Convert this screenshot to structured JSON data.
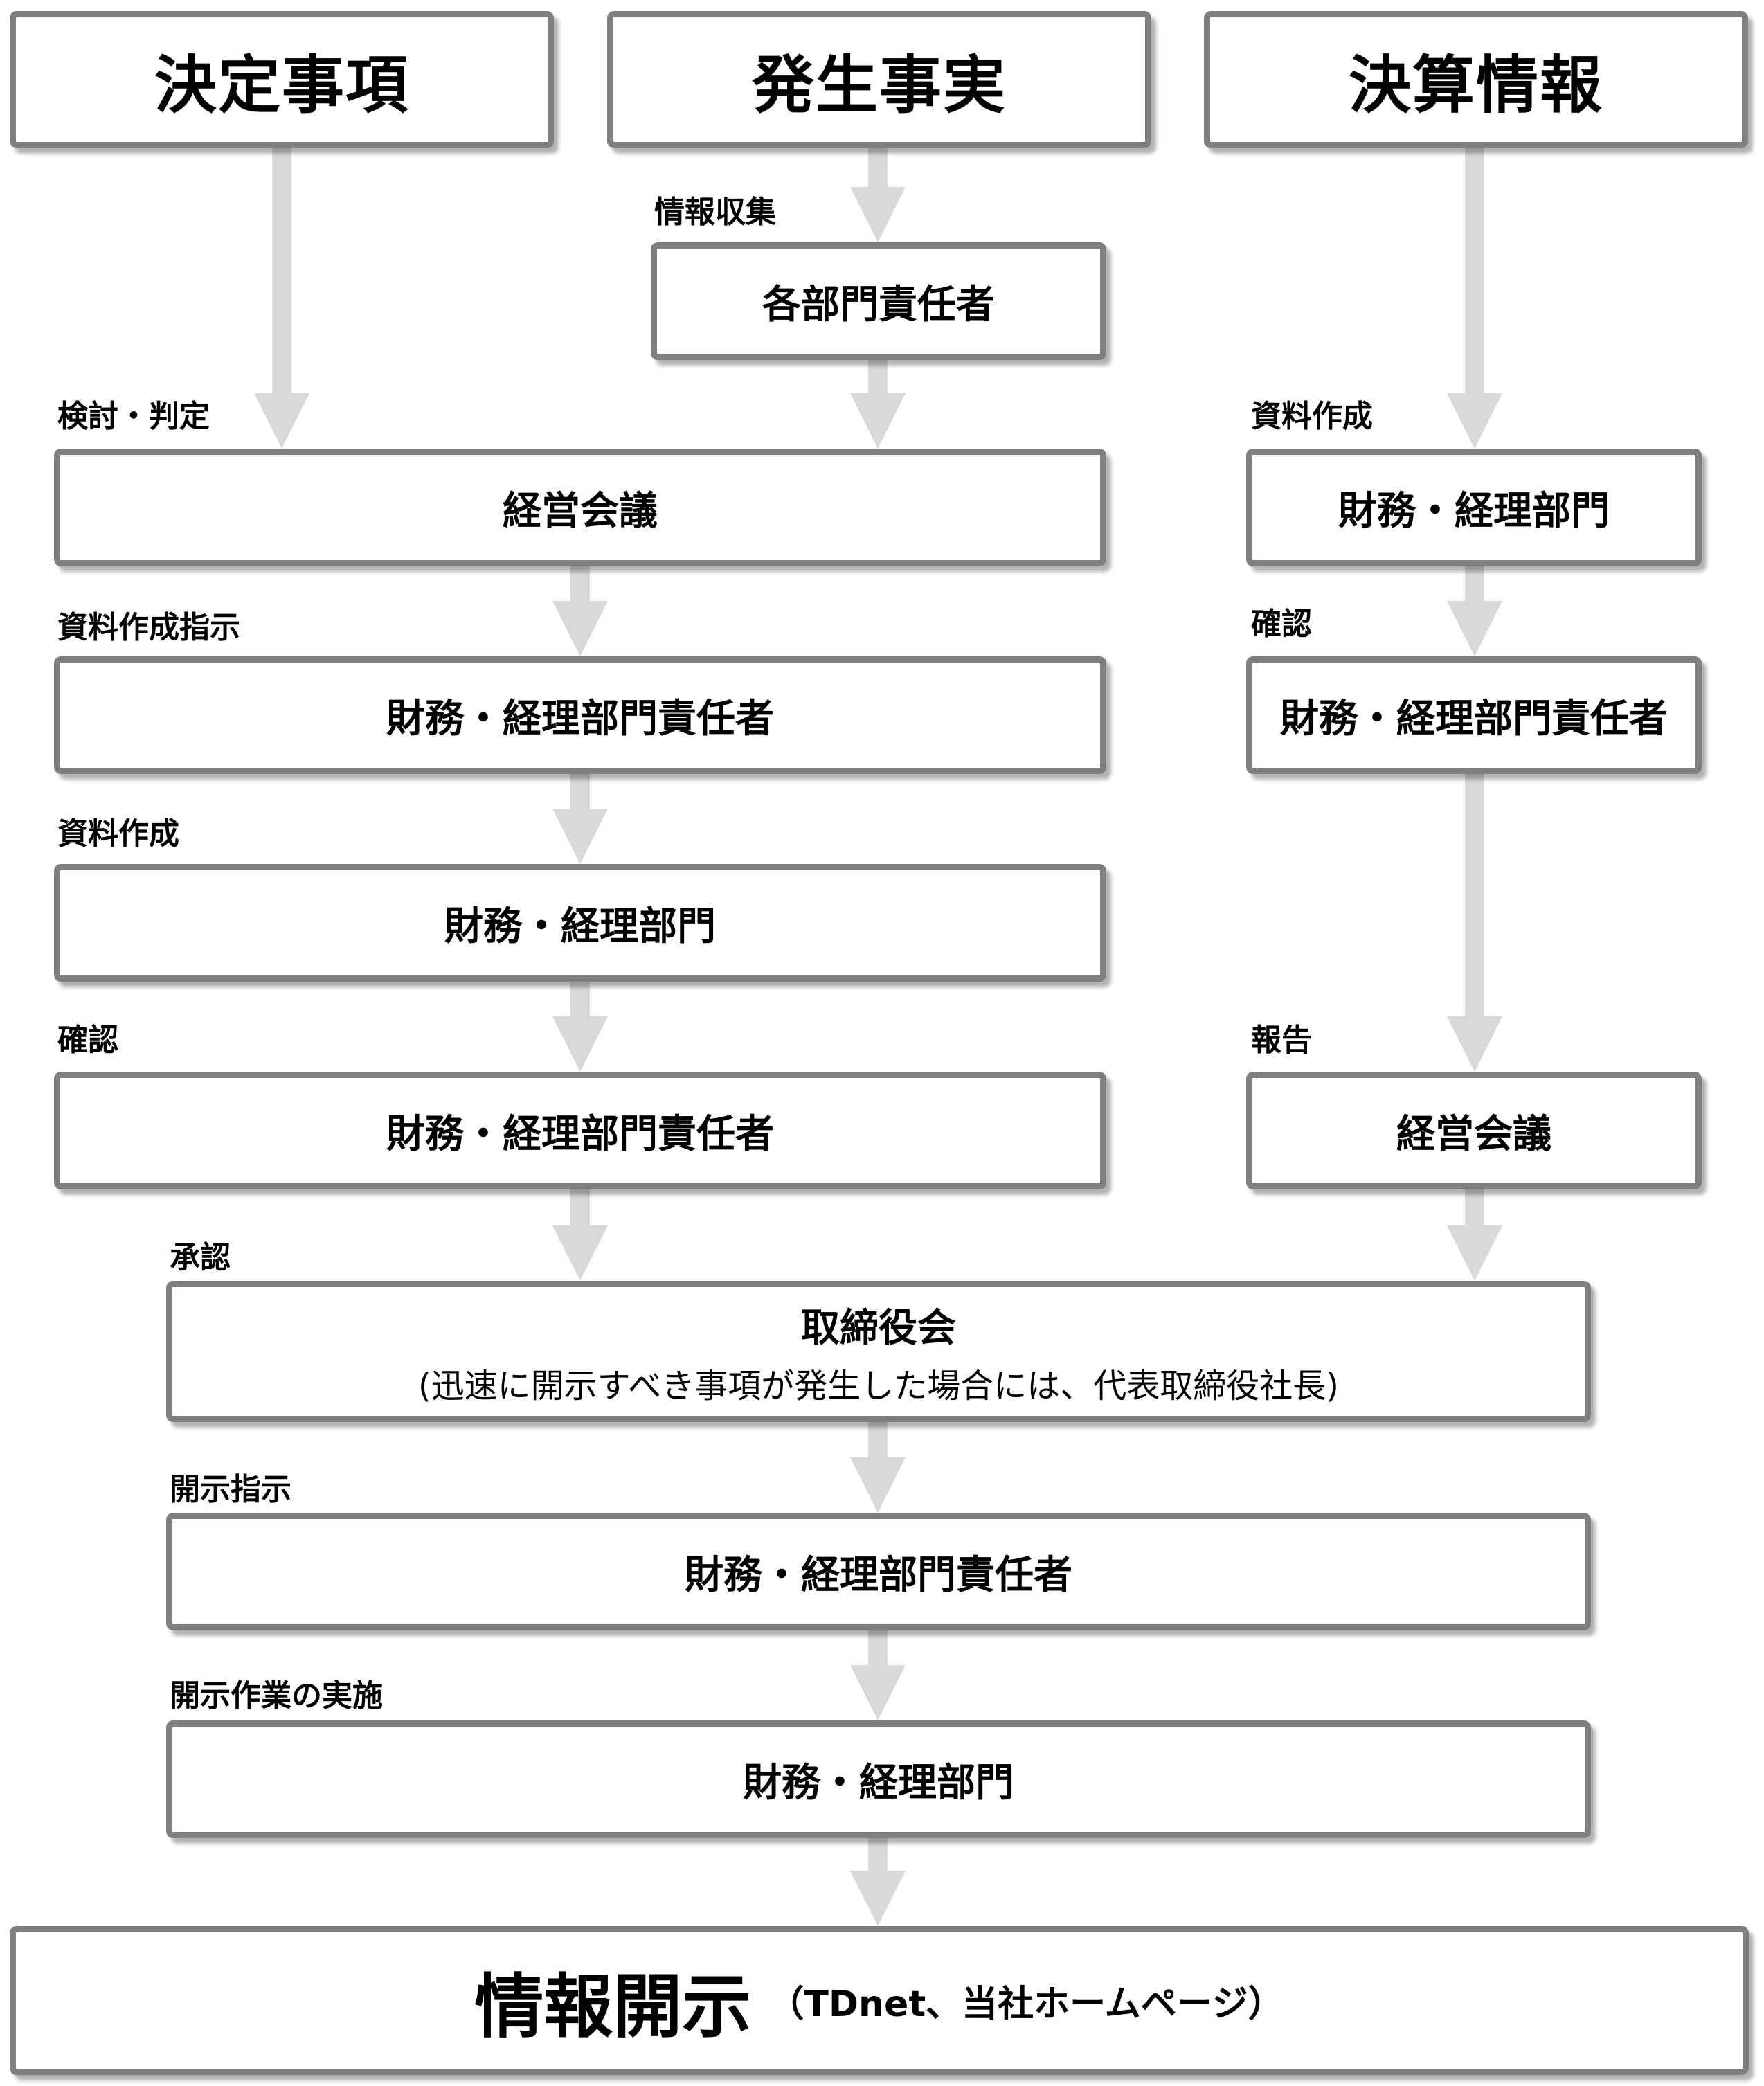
{
  "columns": {
    "decision": "決定事項",
    "occurrence": "発生事実",
    "financial": "決算情報"
  },
  "labels": {
    "info_collection": "情報収集",
    "review": "検討・判定",
    "doc_instruction": "資料作成指示",
    "doc_creation_left": "資料作成",
    "confirm_left": "確認",
    "approval": "承認",
    "doc_creation_right": "資料作成",
    "confirm_right": "確認",
    "report": "報告",
    "disclosure_instruction": "開示指示",
    "disclosure_work": "開示作業の実施"
  },
  "boxes": {
    "dept_heads": "各部門責任者",
    "mgmt_meeting_left": "経営会議",
    "fin_head_1": "財務・経理部門責任者",
    "fin_dept_left": "財務・経理部門",
    "fin_head_2": "財務・経理部門責任者",
    "fin_dept_right": "財務・経理部門",
    "fin_head_right": "財務・経理部門責任者",
    "mgmt_meeting_right": "経営会議",
    "board": "取締役会",
    "board_note": "(迅速に開示すべき事項が発生した場合には、代表取締役社長)",
    "fin_head_3": "財務・経理部門責任者",
    "fin_dept_bottom": "財務・経理部門"
  },
  "final": {
    "main": "情報開示",
    "note": "（TDnet、当社ホームページ）"
  },
  "colors": {
    "arrow": "#d9d9d9",
    "border": "#7f7f7f"
  }
}
